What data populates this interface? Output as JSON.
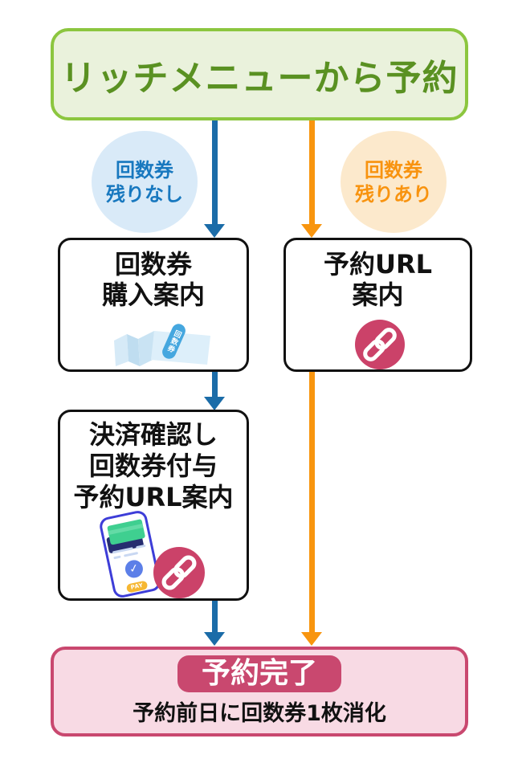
{
  "title_box": {
    "label": "リッチメニューから予約"
  },
  "badges": {
    "left": {
      "line1": "回数券",
      "line2": "残りなし"
    },
    "right": {
      "line1": "回数券",
      "line2": "残りあり"
    }
  },
  "boxes": {
    "purchase": {
      "line1": "回数券",
      "line2": "購入案内"
    },
    "reserve_url": {
      "line1": "予約URL",
      "line2": "案内"
    },
    "payment": {
      "line1": "決済確認し",
      "line2": "回数券付与",
      "line3": "予約URL案内"
    }
  },
  "illustrations": {
    "ticket_label": "回数券",
    "pay_label": "PAY"
  },
  "bottom_box": {
    "badge": "予約完了",
    "note": "予約前日に回数券1枚消化"
  },
  "colors": {
    "green_border": "#8CC63F",
    "green_fill": "#EAF2DC",
    "green_text": "#5A9122",
    "blue_arrow": "#1B6CA8",
    "blue_badge_bg": "#D9EAF8",
    "blue_badge_text": "#1878BF",
    "orange_arrow": "#F8950F",
    "orange_badge_bg": "#FCE9CC",
    "orange_badge_text": "#F8930F",
    "pink_accent": "#C9486F",
    "pink_fill": "#F8DAE4",
    "link_circle": "#CB4269",
    "box_border": "#111111"
  }
}
